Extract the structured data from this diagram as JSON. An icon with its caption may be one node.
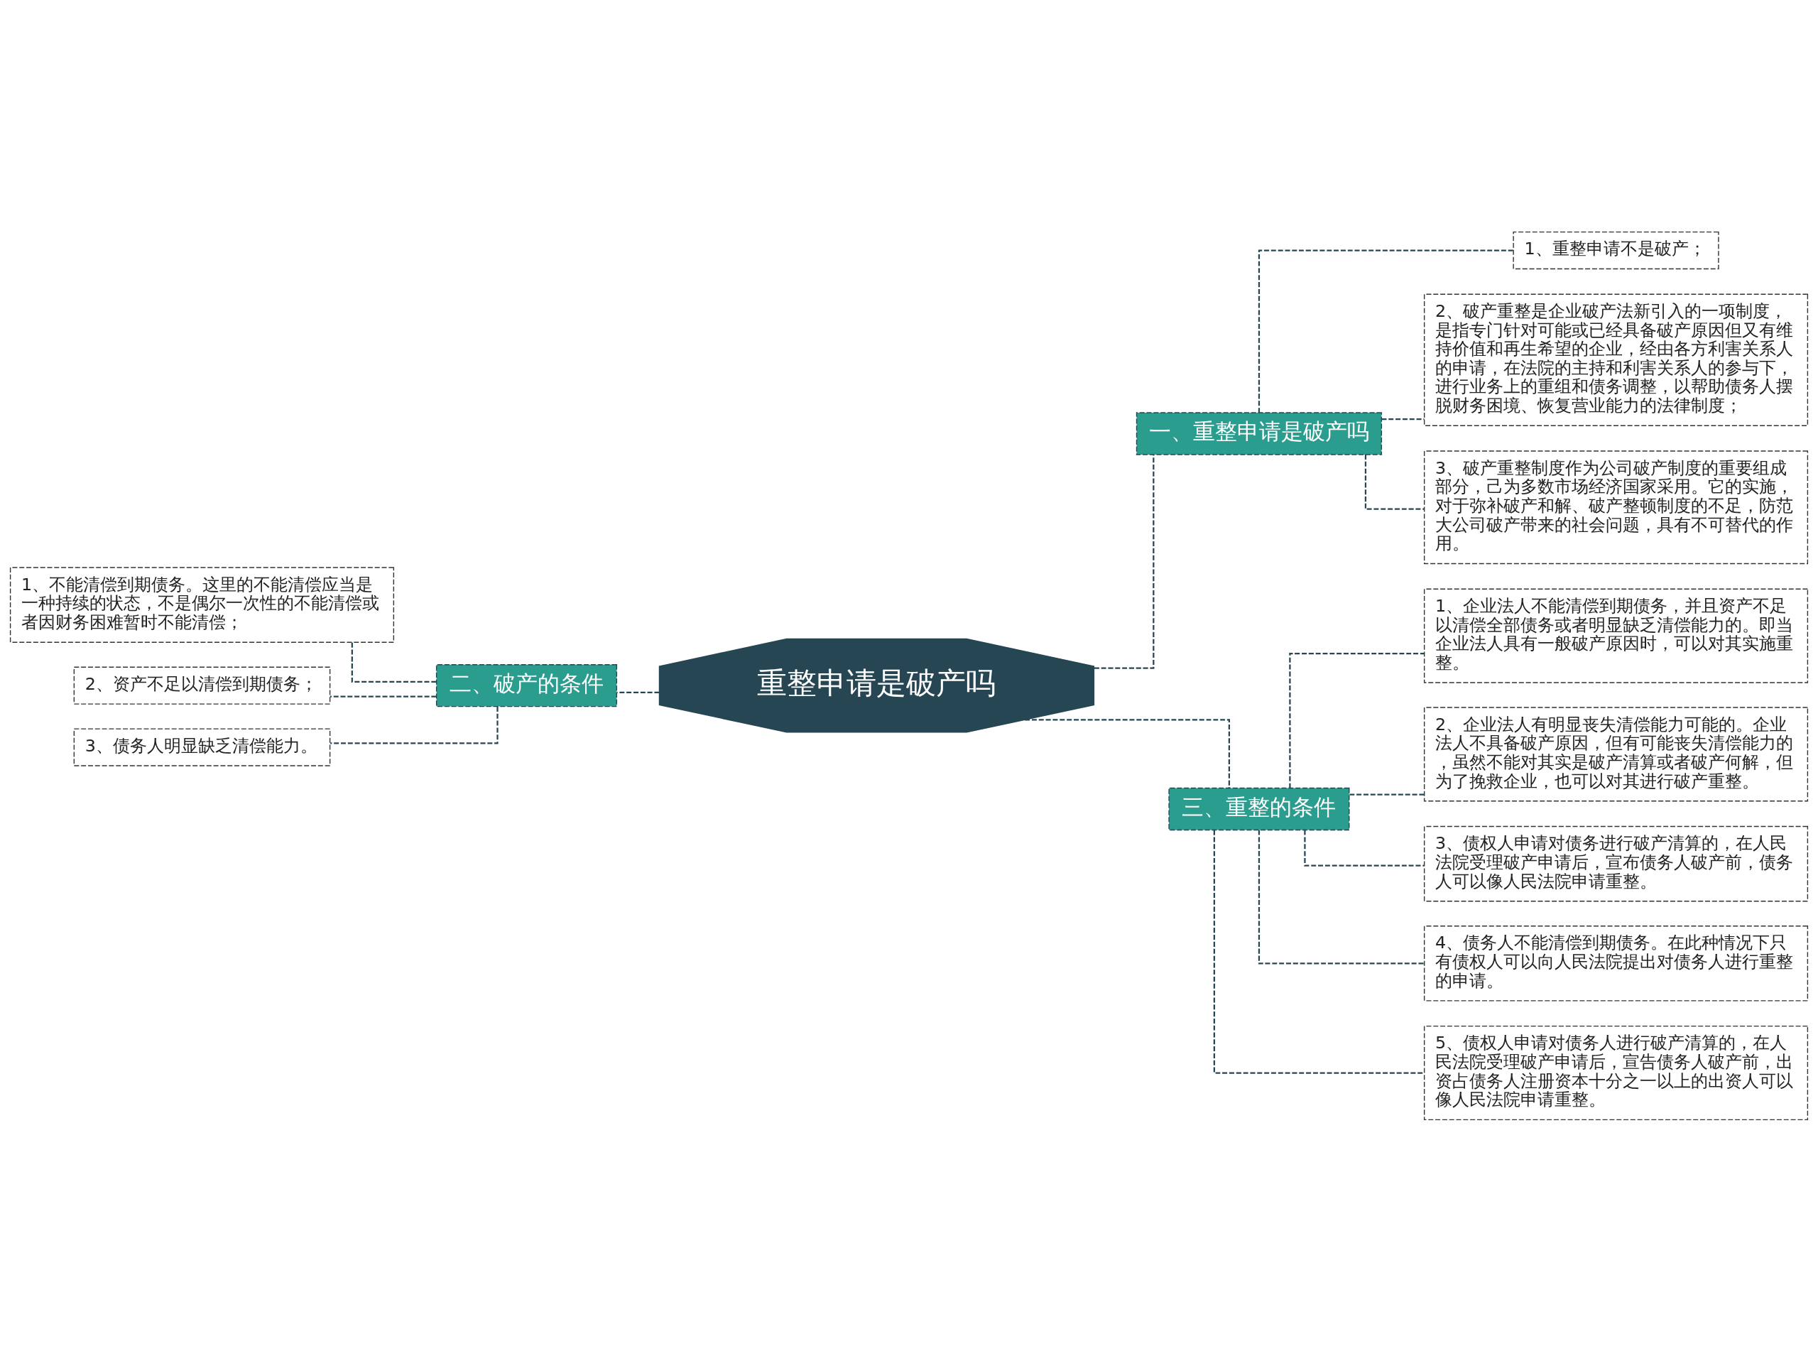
{
  "diagram": {
    "nodes": [
      {
        "text": [
          "重整申请是破产吗"
        ]
      },
      {
        "text": [
          "一、重整申请是破产吗"
        ]
      },
      {
        "text": [
          "1、重整申请不是破产；"
        ]
      },
      {
        "text": [
          "2、破产重整是企业破产法新引入的一项制度，是指专门针对可能或已经具备破产原因但又有维持价值和再生希望的企业，经由各方利害关系人的申请，在法院的主持和利害关系人的参与下，进行业务上的重组和债务调整，以帮助债务人摆脱财务困境、恢复营业能力的法律制度；"
        ]
      },
      {
        "text": [
          "3、破产重整制度作为公司破产制度的重要组成部分，己为多数市场经济国家采用。它的实施，对于弥补破产和解、破产整顿制度的不足，防范大公司破产带来的社会问题，具有不可替代的作用。"
        ]
      },
      {
        "text": [
          "二、破产的条件"
        ]
      },
      {
        "text": [
          "1、不能清偿到期债务。这里的不能清偿应当是一种持续的状态，不是偶尔一次性的不能清偿或者因财务困难暂时不能清偿；"
        ]
      },
      {
        "text": [
          "2、资产不足以清偿到期债务；"
        ]
      },
      {
        "text": [
          "3、债务人明显缺乏清偿能力。"
        ]
      },
      {
        "text": [
          "三、重整的条件"
        ]
      },
      {
        "text": [
          "1、企业法人不能清偿到期债务，并且资产不足以清偿全部债务或者明显缺乏清偿能力的。即当企业法人具有一般破产原因时，可以对其实施重整。"
        ]
      },
      {
        "text": [
          "2、企业法人有明显丧失清偿能力可能的。企业法人不具备破产原因，但有可能丧失清偿能力的，虽然不能对其实是破产清算或者破产何解，但为了挽救企业，也可以对其进行破产重整。"
        ]
      },
      {
        "text": [
          "3、债权人申请对债务进行破产清算的，在人民法院受理破产申请后，宣布债务人破产前，债务人可以像人民法院申请重整。"
        ]
      },
      {
        "text": [
          "4、债务人不能清偿到期债务。在此种情况下只有债权人可以向人民法院提出对债务人进行重整的申请。"
        ]
      },
      {
        "text": [
          "5、债权人申请对债务人进行破产清算的，在人民法院受理破产申请后，宣告债务人破产前，出资占债务人注册资本十分之一以上的出资人可以像人民法院申请重整。"
        ]
      }
    ],
    "edges": [
      {
        "from": 0,
        "to": 1,
        "arrow": "none",
        "style": "dashed"
      },
      {
        "from": 1,
        "to": 2,
        "arrow": "none",
        "style": "dashed"
      },
      {
        "from": 1,
        "to": 3,
        "arrow": "none",
        "style": "dashed"
      },
      {
        "from": 1,
        "to": 4,
        "arrow": "none",
        "style": "dashed"
      },
      {
        "from": 0,
        "to": 5,
        "arrow": "none",
        "style": "dashed"
      },
      {
        "from": 5,
        "to": 6,
        "arrow": "none",
        "style": "dashed"
      },
      {
        "from": 5,
        "to": 7,
        "arrow": "none",
        "style": "dashed"
      },
      {
        "from": 5,
        "to": 8,
        "arrow": "none",
        "style": "dashed"
      },
      {
        "from": 0,
        "to": 9,
        "arrow": "none",
        "style": "dashed"
      },
      {
        "from": 9,
        "to": 10,
        "arrow": "none",
        "style": "dashed"
      },
      {
        "from": 9,
        "to": 11,
        "arrow": "none",
        "style": "dashed"
      },
      {
        "from": 9,
        "to": 12,
        "arrow": "none",
        "style": "dashed"
      },
      {
        "from": 9,
        "to": 13,
        "arrow": "none",
        "style": "dashed"
      },
      {
        "from": 9,
        "to": 14,
        "arrow": "none",
        "style": "dashed"
      }
    ]
  }
}
